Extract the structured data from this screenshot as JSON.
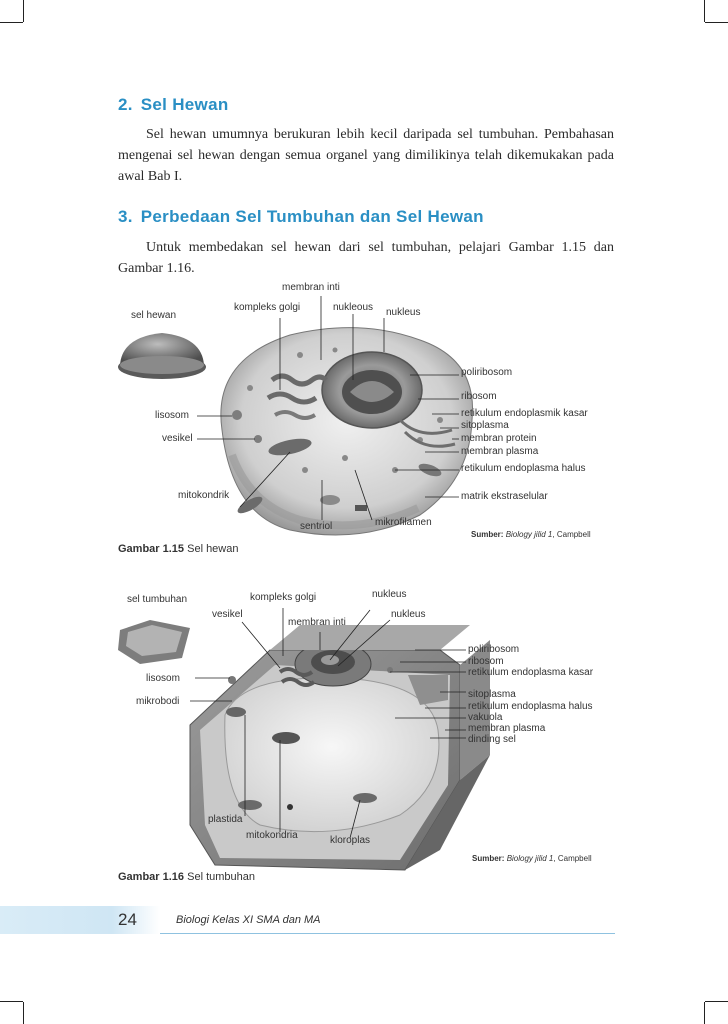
{
  "section2": {
    "number": "2.",
    "title": "Sel Hewan"
  },
  "para1": "Sel hewan umumnya berukuran lebih kecil daripada sel tumbuhan. Pembahasan mengenai sel hewan dengan semua organel yang dimilikinya telah dikemukakan pada awal Bab I.",
  "section3": {
    "number": "3.",
    "title": "Perbedaan Sel Tumbuhan dan Sel Hewan"
  },
  "para2": "Untuk membedakan sel hewan dari sel tumbuhan, pelajari Gambar 1.15 dan Gambar 1.16.",
  "figure1": {
    "labels": {
      "membran_inti": "membran inti",
      "kompleks_golgi": "kompleks golgi",
      "nukleous": "nukleous",
      "nukleus": "nukleus",
      "sel_hewan": "sel hewan",
      "poliribosom": "poliribosom",
      "ribosom": "ribosom",
      "retikulum_kasar": "retikulum endoplasmik kasar",
      "sitoplasma": "sitoplasma",
      "membran_protein": "membran protein",
      "membran_plasma": "membran plasma",
      "retikulum_halus": "retikulum endoplasma halus",
      "matrik": "matrik ekstraselular",
      "lisosom": "lisosom",
      "vesikel": "vesikel",
      "mitokondrik": "mitokondrik",
      "sentriol": "sentriol",
      "mikrofilamen": "mikrofilamen"
    },
    "source_label": "Sumber:",
    "source_title": "Biology jilid 1",
    "source_author": ", Campbell",
    "caption_num": "Gambar 1.15",
    "caption_text": "Sel hewan"
  },
  "figure2": {
    "labels": {
      "sel_tumbuhan": "sel tumbuhan",
      "kompleks_golgi": "kompleks golgi",
      "nukleus_top": "nukleus",
      "vesikel": "vesikel",
      "membran_inti": "membran inti",
      "nukleus": "nukleus",
      "poliribosom": "poliribosom",
      "ribosom": "ribosom",
      "retikulum_kasar": "retikulum endoplasma kasar",
      "lisosom": "lisosom",
      "mikrobodi": "mikrobodi",
      "sitoplasma": "sitoplasma",
      "retikulum_halus": "retikulum endoplasma halus",
      "vakuola": "vakuola",
      "membran_plasma": "membran plasma",
      "dinding_sel": "dinding sel",
      "plastida": "plastida",
      "mitokondria": "mitokondria",
      "kloroplas": "kloroplas"
    },
    "source_label": "Sumber:",
    "source_title": "Biology jilid 1",
    "source_author": ", Campbell",
    "caption_num": "Gambar 1.16",
    "caption_text": "Sel tumbuhan"
  },
  "footer": {
    "page": "24",
    "book": "Biologi Kelas XI SMA dan MA"
  }
}
